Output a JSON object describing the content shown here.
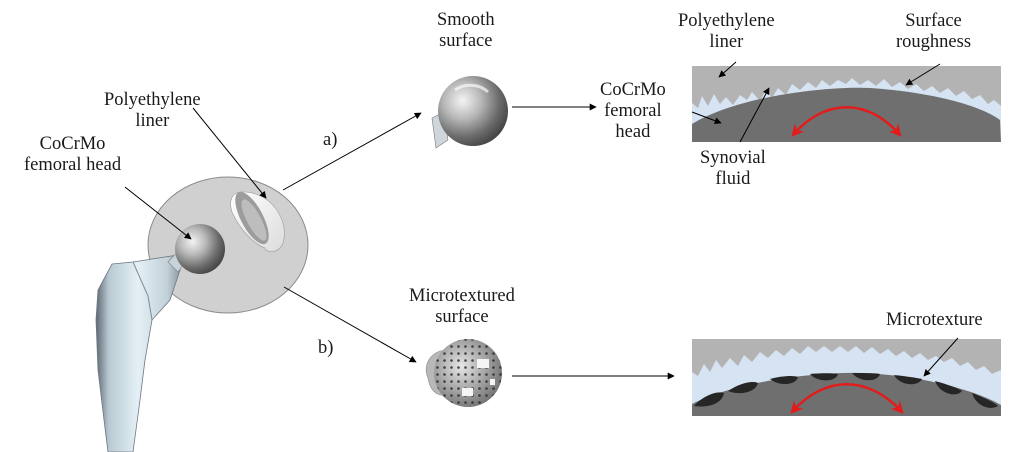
{
  "figure": {
    "left": {
      "liner_label_line1": "Polyethylene",
      "liner_label_line2": "liner",
      "head_label_line1": "CoCrMo",
      "head_label_line2": "femoral head"
    },
    "branch_a": {
      "tag": "a)",
      "title_line1": "Smooth",
      "title_line2": "surface"
    },
    "branch_b": {
      "tag": "b)",
      "title_line1": "Microtextured",
      "title_line2": "surface"
    },
    "detail_a": {
      "liner_line1": "Polyethylene",
      "liner_line2": "liner",
      "roughness_line1": "Surface",
      "roughness_line2": "roughness",
      "head_line1": "CoCrMo",
      "head_line2": "femoral",
      "head_line3": "head",
      "fluid_line1": "Synovial",
      "fluid_line2": "fluid"
    },
    "detail_b": {
      "microtexture": "Microtexture"
    },
    "colors": {
      "liner": "#b3b3b3",
      "fluid": "#d6e3f2",
      "head": "#6f6f6f",
      "dimple": "#262626",
      "motion_arrow": "#e31b1b",
      "zoom_circle": "#d0d0d0"
    }
  }
}
